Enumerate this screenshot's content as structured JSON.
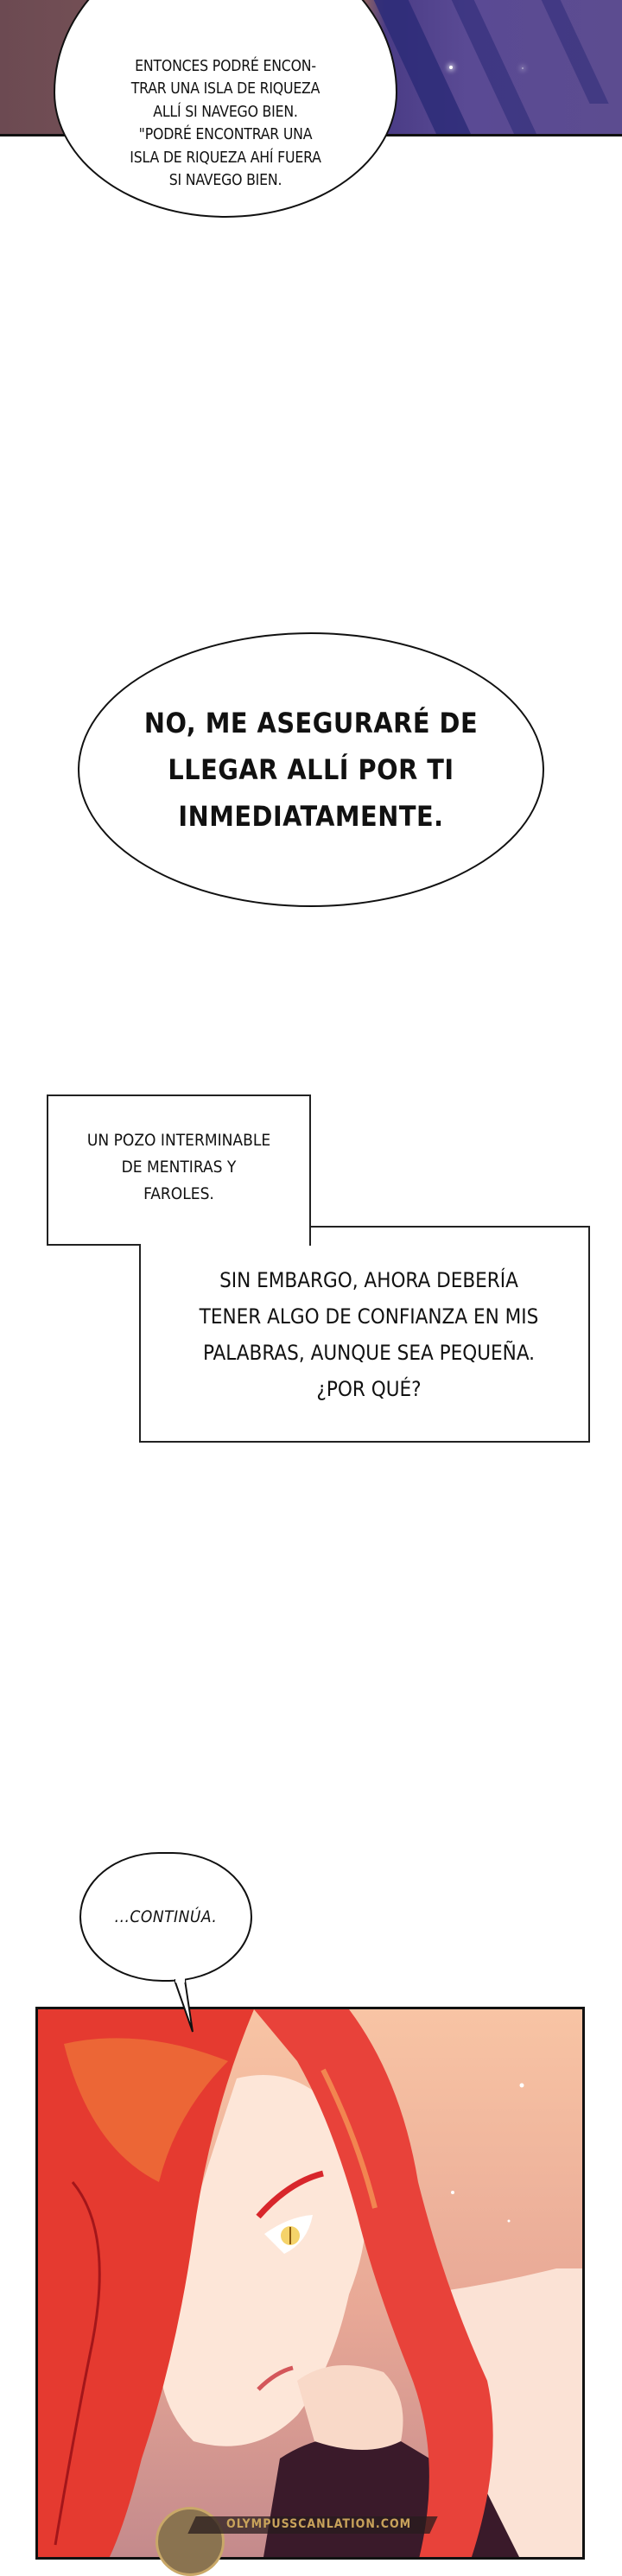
{
  "panels": {
    "top": {
      "description": "night scene with purple robe",
      "colors": {
        "left": "#7a5458",
        "right": "#5a4a94",
        "fold": "#2d2c78"
      }
    },
    "bottom": {
      "description": "red-haired character with golden eye resting chin on hand",
      "colors": {
        "hair": "#e8352f",
        "skin": "#fde4d6",
        "background": "#f3bfa6",
        "eye": "#f5d36a"
      }
    }
  },
  "bubbles": [
    {
      "id": "b1",
      "type": "speech",
      "text": "Entonces podré encon-\ntrar una isla de riqueza\nallí si navego bien.\n\"Podré encontrar una\nisla de riqueza ahí fuera\nsi navego bien."
    },
    {
      "id": "b2",
      "type": "speech",
      "text": "No, me aseguraré de\nllegar allí por ti\ninmediatamente."
    },
    {
      "id": "b3",
      "type": "speech",
      "text": "...continúa."
    }
  ],
  "captions": [
    {
      "id": "cap1",
      "text": "Un pozo interminable\nde mentiras y\nfaroles."
    },
    {
      "id": "cap2",
      "text": "Sin embargo, ahora debería\ntener algo de confianza en mis\npalabras, aunque sea pequeña.\n¿Por qué?"
    }
  ],
  "watermark": {
    "text": "OLYMPUSSCANLATION.COM",
    "color": "#c8a25a"
  }
}
